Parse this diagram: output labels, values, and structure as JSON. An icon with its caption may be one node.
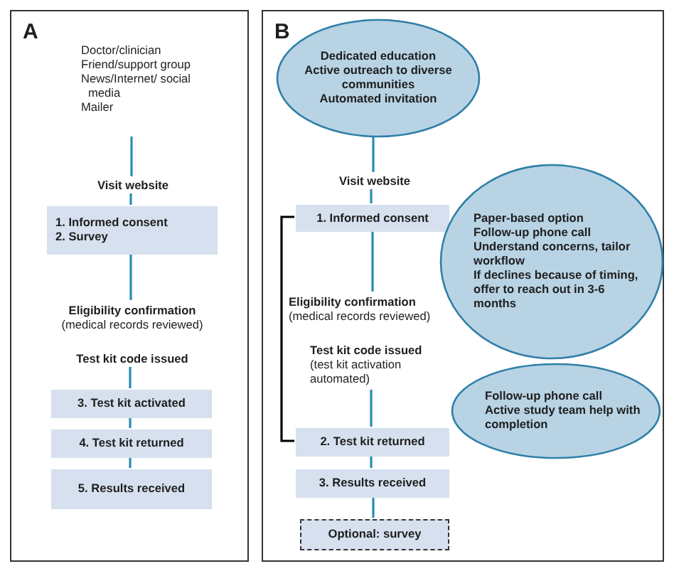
{
  "diagram": {
    "nodes": [
      {
        "text": [
          "A"
        ]
      },
      {
        "text": [
          "Doctor/clinician",
          "Friend/support group",
          "News/Internet/ social media",
          "Mailer"
        ],
        "in": 0
      },
      {
        "text": [
          "Visit website"
        ],
        "in": 0
      },
      {
        "text": [
          "1. Informed consent",
          "2. Survey"
        ],
        "in": 0
      },
      {
        "text": [
          "Eligibility confirmation",
          "(medical records reviewed)"
        ],
        "in": 0
      },
      {
        "text": [
          "Test kit code issued"
        ],
        "in": 0
      },
      {
        "text": [
          "3. Test kit activated"
        ],
        "in": 0
      },
      {
        "text": [
          "4. Test kit returned"
        ],
        "in": 0
      },
      {
        "text": [
          "5. Results received"
        ],
        "in": 0
      },
      {
        "text": [
          "B"
        ]
      },
      {
        "text": [
          "Dedicated education",
          "Active outreach to diverse communities",
          "Automated invitation"
        ],
        "in": 9
      },
      {
        "text": [
          "Visit website"
        ],
        "in": 9
      },
      {
        "text": [
          "1. Informed consent"
        ],
        "in": 9
      },
      {
        "text": [
          "Eligibility confirmation",
          "(medical records reviewed)"
        ],
        "in": 9
      },
      {
        "text": [
          "Test kit code issued",
          "(test kit activation automated)"
        ],
        "in": 9
      },
      {
        "text": [
          "2. Test kit returned"
        ],
        "in": 9
      },
      {
        "text": [
          "3. Results received"
        ],
        "in": 9
      },
      {
        "text": [
          "Optional: survey"
        ],
        "in": 9
      },
      {
        "text": [
          "Paper-based option",
          "Follow-up phone call",
          "Understand concerns, tailor workflow",
          "If declines because of timing, offer to reach out in 3-6 months"
        ],
        "in": 9
      },
      {
        "text": [
          "Follow-up phone call",
          "Active study team help with completion"
        ],
        "in": 9
      }
    ],
    "edges": [
      {
        "from": 1,
        "to": 2,
        "arrow": "none"
      },
      {
        "from": 2,
        "to": 3,
        "arrow": "none"
      },
      {
        "from": 3,
        "to": 4,
        "arrow": "none"
      },
      {
        "from": 5,
        "to": 6,
        "arrow": "none"
      },
      {
        "from": 6,
        "to": 7,
        "arrow": "none"
      },
      {
        "from": 7,
        "to": 8,
        "arrow": "none"
      },
      {
        "from": 10,
        "to": 11,
        "arrow": "none"
      },
      {
        "from": 11,
        "to": 12,
        "arrow": "none"
      },
      {
        "from": 12,
        "to": 13,
        "arrow": "none"
      },
      {
        "from": 14,
        "to": 15,
        "arrow": "none"
      },
      {
        "from": 15,
        "to": 16,
        "arrow": "none"
      },
      {
        "from": 16,
        "to": 17,
        "arrow": "none"
      },
      {
        "from": 12,
        "to": 15,
        "arrow": "none",
        "color": "#000000"
      }
    ]
  }
}
